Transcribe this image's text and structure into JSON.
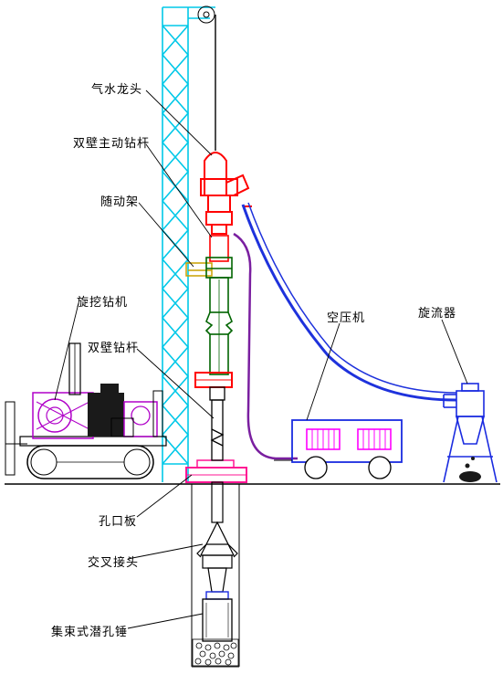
{
  "labels": {
    "swivel": "气水龙头",
    "double_wall_kelly": "双壁主动钻杆",
    "follower_frame": "随动架",
    "rotary_rig": "旋挖钻机",
    "double_wall_pipe": "双壁钻杆",
    "air_compressor": "空压机",
    "cyclone": "旋流器",
    "orifice_plate": "孔口板",
    "cross_joint": "交叉接头",
    "cluster_dth_hammer": "集束式潜孔锤"
  },
  "colors": {
    "mast": "#00c8e8",
    "swivel": "#ff0000",
    "pipe": "#006400",
    "hose_blue": "#1e32dc",
    "hose_violet": "#7a1fa0",
    "compressor": "#1a2be0",
    "compressor_vents": "#ff00ff",
    "engine": "#b000c8",
    "rig_dark": "#1a1a1a",
    "plate": "#ff1493",
    "ground": "#000000"
  }
}
